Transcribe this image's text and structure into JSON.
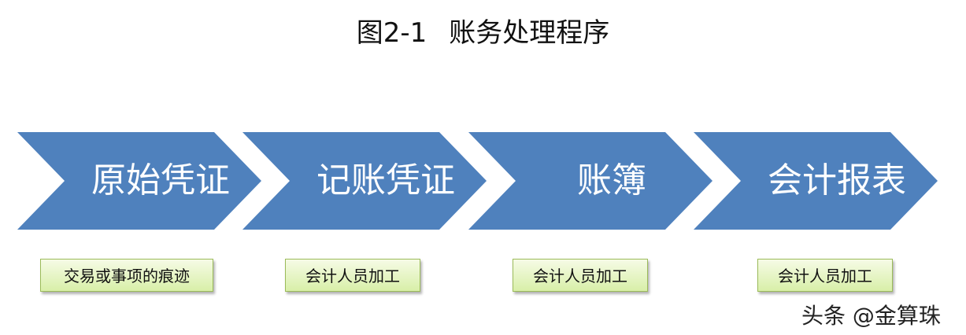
{
  "title": {
    "figure": "图2-1",
    "text": "账务处理程序"
  },
  "steps": [
    {
      "label": "原始凭证",
      "note": "交易或事项的痕迹"
    },
    {
      "label": "记账凭证",
      "note": "会计人员加工"
    },
    {
      "label": "账簿",
      "note": "会计人员加工"
    },
    {
      "label": "会计报表",
      "note": "会计人员加工"
    }
  ],
  "watermark": "头条 @金算珠",
  "colors": {
    "chevron": "#4f81bd",
    "note_border": "#9bbb59"
  }
}
